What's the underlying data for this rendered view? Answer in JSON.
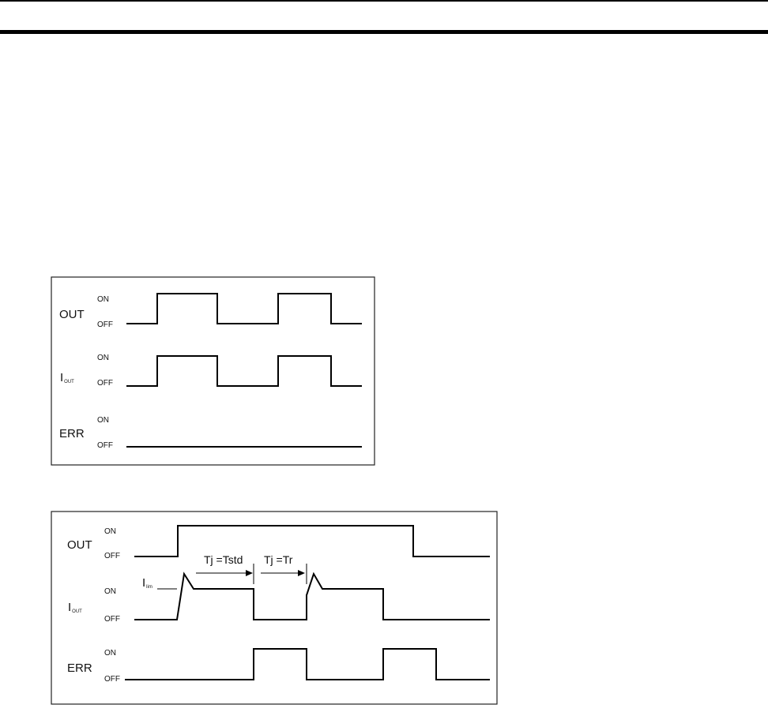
{
  "diagram1": {
    "signals": [
      {
        "name": "OUT",
        "on": "ON",
        "off": "OFF"
      },
      {
        "name": "I",
        "sub": "OUT",
        "on": "ON",
        "off": "OFF"
      },
      {
        "name": "ERR",
        "on": "ON",
        "off": "OFF"
      }
    ]
  },
  "diagram2": {
    "signals": [
      {
        "name": "OUT",
        "on": "ON",
        "off": "OFF"
      },
      {
        "name": "I",
        "sub": "OUT",
        "on": "ON",
        "off": "OFF"
      },
      {
        "name": "ERR",
        "on": "ON",
        "off": "OFF"
      }
    ],
    "ilim": {
      "name": "I",
      "sub": "lim"
    },
    "annotations": {
      "tstd": "Tj =Tstd",
      "tr": "Tj =Tr"
    }
  }
}
